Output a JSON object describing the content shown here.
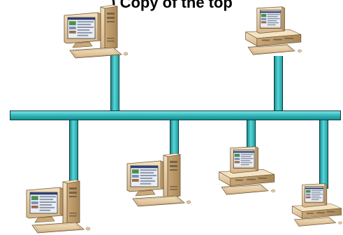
{
  "header": {
    "title_fragment": ") Copy of the top"
  },
  "diagram": {
    "type": "bus-network",
    "colors": {
      "bus": "#2cb3b6",
      "bus_outline": "#0d3a3b",
      "case": "#e8d0aa",
      "screen": "#dfe8f0"
    },
    "nodes": [
      {
        "id": "pc-top-left",
        "kind": "tower",
        "side": "top"
      },
      {
        "id": "pc-top-right",
        "kind": "desktop",
        "side": "top"
      },
      {
        "id": "pc-bottom-1",
        "kind": "tower",
        "side": "bottom"
      },
      {
        "id": "pc-bottom-2",
        "kind": "tower",
        "side": "bottom"
      },
      {
        "id": "pc-bottom-3",
        "kind": "desktop",
        "side": "bottom"
      },
      {
        "id": "pc-bottom-4",
        "kind": "desktop",
        "side": "bottom"
      }
    ]
  }
}
